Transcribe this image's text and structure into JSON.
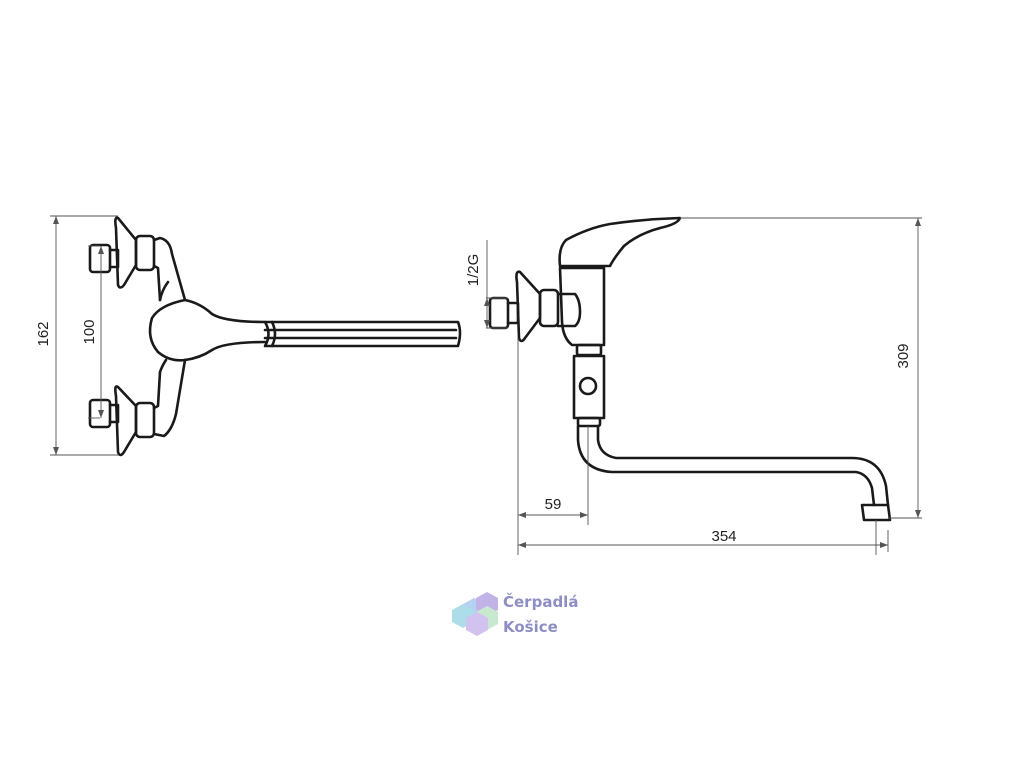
{
  "dimensions": {
    "total_height": "162",
    "inlet_spacing": "100",
    "thread": "1/2G",
    "outlet_height": "309",
    "wall_offset": "59",
    "spout_reach": "354"
  },
  "logo": {
    "line1": "Čerpadlá",
    "line2": "Košice",
    "colors": {
      "blue": "#a9c8f0",
      "purple": "#b7a6e3",
      "green": "#bfe6c8",
      "teal": "#9fd8e6"
    }
  },
  "colors": {
    "line": "#1a1a1a",
    "dimension": "#555555"
  }
}
